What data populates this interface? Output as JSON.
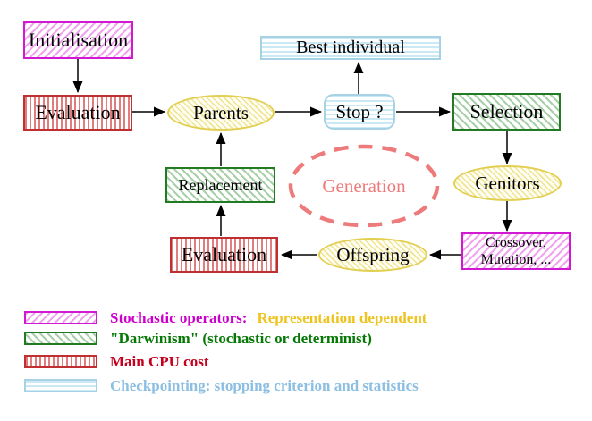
{
  "nodes": {
    "initialisation": "Initialisation",
    "evaluation_top": "Evaluation",
    "parents": "Parents",
    "stop": "Stop ?",
    "best_individual": "Best individual",
    "selection": "Selection",
    "genitors": "Genitors",
    "generation": "Generation",
    "replacement": "Replacement",
    "evaluation_bottom": "Evaluation",
    "offspring": "Offspring",
    "crossover_line1": "Crossover,",
    "crossover_line2": "Mutation, ..."
  },
  "legend": {
    "stochastic_label": "Stochastic operators:",
    "stochastic_note": "Representation dependent",
    "darwinism": "\"Darwinism\" (stochastic or determinist)",
    "cpu": "Main CPU cost",
    "checkpointing": "Checkpointing: stopping criterion and statistics"
  },
  "colors": {
    "magenta": "#cc00cc",
    "gold": "#eec31e",
    "green": "#067806",
    "red": "#c5001e",
    "light_blue": "#8cbfe2",
    "salmon": "#ee7b7b",
    "yellow_border": "#e2cf52",
    "green_border": "#227a22",
    "red_border": "#c03030",
    "blue_border": "#a6d2e4",
    "magenta_border": "#d119d1"
  }
}
